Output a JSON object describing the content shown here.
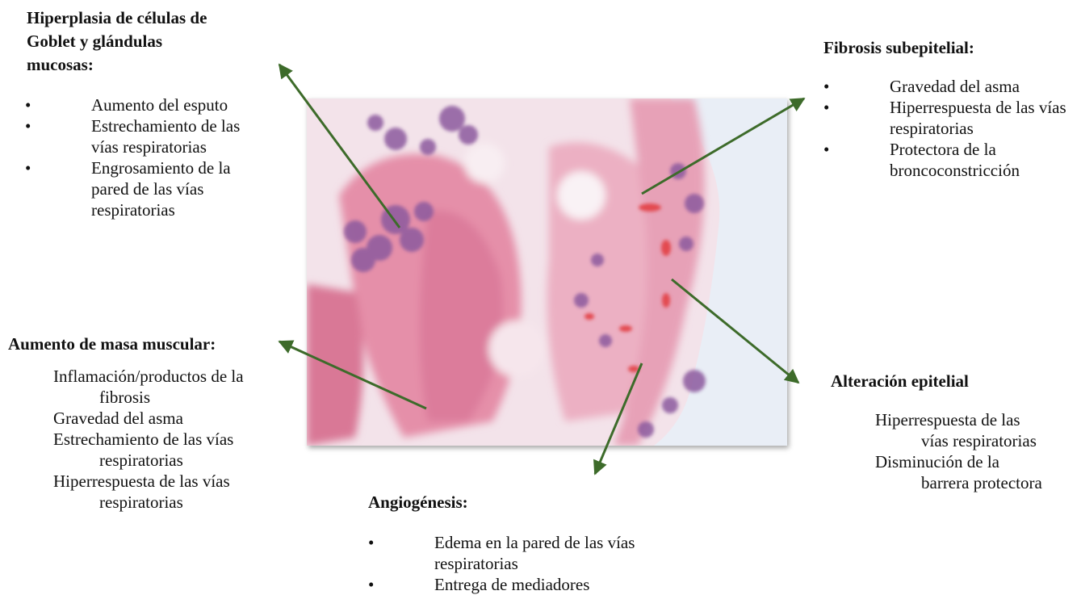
{
  "goblet": {
    "heading_lines": [
      "Hiperplasia de células de",
      "Goblet y glándulas",
      "mucosas:"
    ],
    "bullets": [
      "Aumento del esputo",
      "Estrechamiento de las vías respiratorias",
      "Engrosamiento de la pared de las vías respiratorias"
    ]
  },
  "fibrosis": {
    "heading": "Fibrosis subepitelial:",
    "bullets": [
      "Gravedad del asma",
      "Hiperrespuesta de las vías respiratorias",
      "Protectora de la broncoconstricción"
    ]
  },
  "muscle": {
    "heading": "Aumento de masa muscular:",
    "items": [
      {
        "first": "Inflamación/productos de la",
        "cont": "fibrosis"
      },
      {
        "first": "Gravedad del asma",
        "cont": ""
      },
      {
        "first": "Estrechamiento de las vías",
        "cont": "respiratorias"
      },
      {
        "first": "Hiperrespuesta de las vías",
        "cont": "respiratorias"
      }
    ]
  },
  "epithelial": {
    "heading": "Alteración epitelial",
    "items": [
      {
        "first": "Hiperrespuesta de las",
        "cont": "vías respiratorias"
      },
      {
        "first": "Disminución de la",
        "cont": "barrera protectora"
      }
    ]
  },
  "angio": {
    "heading": "Angiogénesis:",
    "bullets": [
      "Edema en la pared de las vías respiratorias",
      "Entrega de mediadores"
    ]
  },
  "colors": {
    "arrow": "#3d6b2a"
  }
}
